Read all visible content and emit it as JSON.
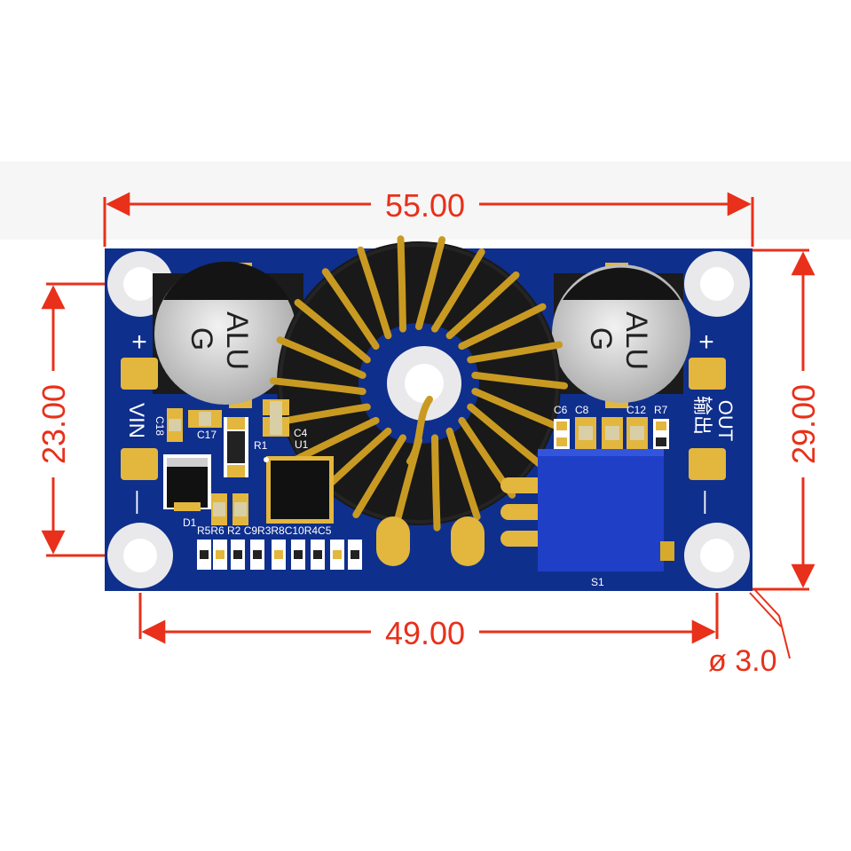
{
  "dimensions": {
    "total_length": "55.00",
    "mounting_hole_spacing_x": "49.00",
    "mounting_hole_spacing_y": "23.00",
    "total_width": "29.00",
    "hole_diameter": "ø 3.0"
  },
  "board": {
    "input_label": "VIN",
    "output_label_cn": "输出",
    "output_label_en": "OUT",
    "plus_symbol": "+",
    "minus_symbol": "—",
    "capacitor_left": {
      "line1": "ALU",
      "line2": "G"
    },
    "capacitor_right": {
      "line1": "ALU",
      "line2": "G"
    },
    "designators": {
      "c18": "C18",
      "c17": "C17",
      "r1": "R1",
      "c4": "C4",
      "u1": "U1",
      "d1": "D1",
      "c6": "C6",
      "c8": "C8",
      "c12": "C12",
      "r7": "R7",
      "s1": "S1",
      "bottom_row": "R5R6 R2 C9R3R8C10R4C5"
    }
  },
  "colors": {
    "dimension": "#e8301a",
    "pcb": "#0f2f8c",
    "pad": "#e3b63d",
    "copper_wire": "#c99a22",
    "potentiometer": "#1f3fc7"
  }
}
